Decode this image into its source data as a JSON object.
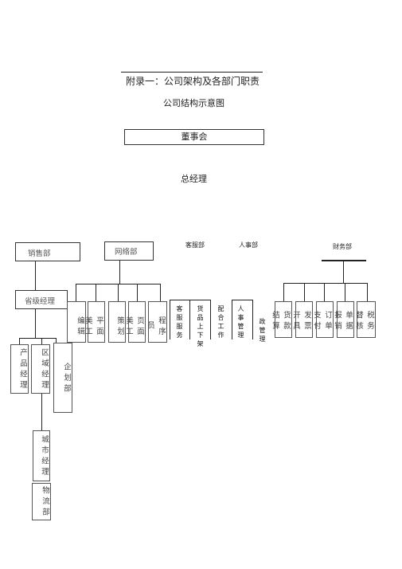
{
  "heading": "附录一：公司架构及各部门职责",
  "subtitle": "公司结构示意图",
  "board": "董事会",
  "gm": "总经理",
  "departments": {
    "sales": "销售部",
    "network": "网络部",
    "customer": "客服部",
    "hr": "人事部",
    "finance": "财务部"
  },
  "sales_sub": {
    "province_manager": "省级经理",
    "product_manager": "产品经理",
    "region_manager": "区域经理",
    "planning": "企划部",
    "city_manager": "城市经理",
    "logistics": "物流部"
  },
  "network_sub": [
    "编辑",
    "平面美工",
    "策划",
    "页面美工",
    "程序员"
  ],
  "customer_sub": [
    "客服服务",
    "货品上下架"
  ],
  "hr_sub": [
    "配合工作",
    "人事管理",
    "政管理"
  ],
  "finance_sub": [
    "货款结算",
    "发票开具",
    "订单支付",
    "单据报销",
    "税务替核"
  ]
}
